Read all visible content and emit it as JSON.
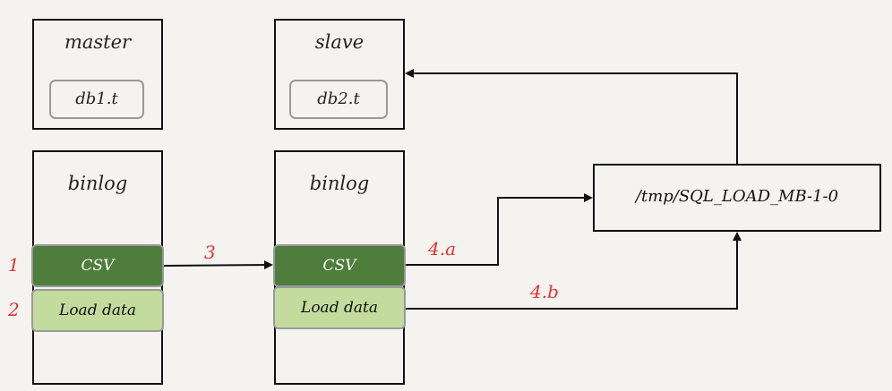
{
  "master": {
    "title": "master",
    "table": "db1.t",
    "binlog_title": "binlog",
    "events": [
      "CSV",
      "Load data"
    ]
  },
  "slave": {
    "title": "slave",
    "table": "db2.t",
    "binlog_title": "binlog",
    "events": [
      "CSV",
      "Load data"
    ]
  },
  "tmp_file": "/tmp/SQL_LOAD_MB-1-0",
  "step_labels": {
    "step1": "1",
    "step2": "2",
    "step3": "3",
    "step4a": "4.a",
    "step4b": "4.b"
  },
  "colors": {
    "csv_event": "#4f7d3c",
    "load_event": "#c3dc9d",
    "step_label": "#e23232"
  }
}
